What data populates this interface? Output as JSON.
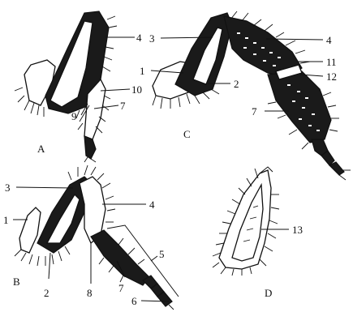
{
  "figure": {
    "panels": [
      {
        "id": "A",
        "label": "A",
        "callouts": [
          {
            "text": "4",
            "name": "callout-4"
          },
          {
            "text": "10",
            "name": "callout-10"
          },
          {
            "text": "9",
            "name": "callout-9"
          },
          {
            "text": "7",
            "name": "callout-7"
          }
        ]
      },
      {
        "id": "C",
        "label": "C",
        "callouts": [
          {
            "text": "3",
            "name": "callout-3"
          },
          {
            "text": "4",
            "name": "callout-4"
          },
          {
            "text": "1",
            "name": "callout-1"
          },
          {
            "text": "2",
            "name": "callout-2"
          },
          {
            "text": "11",
            "name": "callout-11"
          },
          {
            "text": "12",
            "name": "callout-12"
          },
          {
            "text": "7",
            "name": "callout-7"
          }
        ]
      },
      {
        "id": "B",
        "label": "B",
        "callouts": [
          {
            "text": "3",
            "name": "callout-3"
          },
          {
            "text": "4",
            "name": "callout-4"
          },
          {
            "text": "1",
            "name": "callout-1"
          },
          {
            "text": "5",
            "name": "callout-5"
          },
          {
            "text": "2",
            "name": "callout-2"
          },
          {
            "text": "8",
            "name": "callout-8"
          },
          {
            "text": "7",
            "name": "callout-7"
          },
          {
            "text": "6",
            "name": "callout-6"
          }
        ]
      },
      {
        "id": "D",
        "label": "D",
        "callouts": [
          {
            "text": "13",
            "name": "callout-13"
          }
        ]
      }
    ]
  }
}
